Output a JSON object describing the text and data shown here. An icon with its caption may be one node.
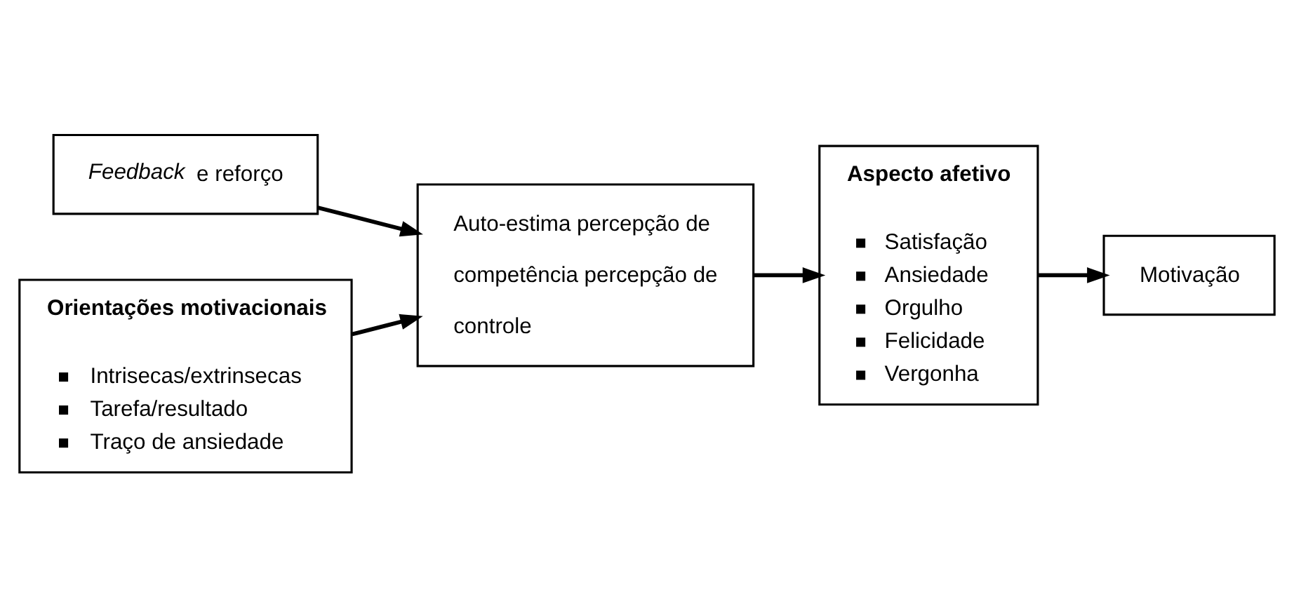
{
  "diagram": {
    "nodes": [
      {
        "text": [
          "*Feedback* e reforço"
        ]
      },
      {
        "text": [
          "Auto-estima percepção de competência percepção de controle"
        ]
      },
      {
        "text": [
          "Orientações motivacionais",
          "Intrisecas/extrinsecas",
          "Tarefa/resultado",
          "Traço de ansiedade"
        ]
      },
      {
        "text": [
          "Aspecto afetivo",
          "Satisfação",
          "Ansiedade",
          "Orgulho",
          "Felicidade",
          "Vergonha"
        ]
      },
      {
        "text": [
          "Motivação"
        ]
      }
    ],
    "edges": [
      {
        "from": 0,
        "to": 1,
        "arrow": "to"
      },
      {
        "from": 2,
        "to": 1,
        "arrow": "to"
      },
      {
        "from": 1,
        "to": 3,
        "arrow": "to"
      },
      {
        "from": 3,
        "to": 4,
        "arrow": "to"
      }
    ]
  }
}
